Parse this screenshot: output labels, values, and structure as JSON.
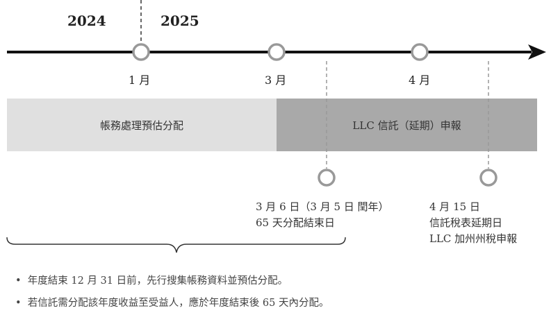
{
  "years": {
    "left": "2024",
    "right": "2025"
  },
  "months": [
    "1 月",
    "3 月",
    "4 月"
  ],
  "bars": {
    "prep": "帳務處理預估分配",
    "filing": "LLC 信託（延期）申報"
  },
  "milestones": [
    {
      "lines": [
        "3 月 6 日（3 月 5 日 閏年）",
        "65 天分配結束日"
      ]
    },
    {
      "lines": [
        "4 月 15 日",
        "信託稅表延期日",
        "LLC 加州州稅申報"
      ]
    }
  ],
  "notes": [
    "年度結束 12 月 31 日前，先行搜集帳務資料並預估分配。",
    "若信託需分配該年度收益至受益人，應於年度結束後 65 天內分配。"
  ],
  "colors": {
    "light_bar": "#e0e0e0",
    "dark_bar": "#a9a9a9",
    "circle": "#999999"
  }
}
